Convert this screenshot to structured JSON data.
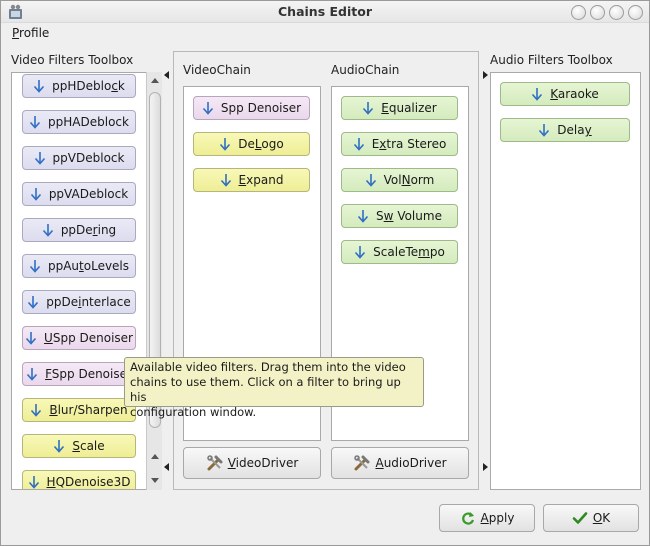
{
  "window": {
    "title": "Chains Editor"
  },
  "menu": {
    "profile": {
      "mnemonic": "P",
      "rest": "rofile"
    }
  },
  "video_toolbox": {
    "label": "Video Filters Toolbox",
    "items": [
      {
        "pre": "ppHDeblo",
        "mn": "c",
        "post": "k",
        "color": "lav"
      },
      {
        "pre": "ppHADeblock",
        "mn": "",
        "post": "",
        "color": "lav"
      },
      {
        "pre": "ppVDeblock",
        "mn": "",
        "post": "",
        "color": "lav"
      },
      {
        "pre": "ppVADeblock",
        "mn": "",
        "post": "",
        "color": "lav"
      },
      {
        "pre": "ppDe",
        "mn": "r",
        "post": "ing",
        "color": "lav"
      },
      {
        "pre": "ppAu",
        "mn": "t",
        "post": "oLevels",
        "color": "lav"
      },
      {
        "pre": "ppDe",
        "mn": "i",
        "post": "nterlace",
        "color": "lav"
      },
      {
        "pre": "",
        "mn": "U",
        "post": "Spp Denoiser",
        "color": "pink"
      },
      {
        "pre": "",
        "mn": "F",
        "post": "Spp Denoiser",
        "color": "pink"
      },
      {
        "pre": "",
        "mn": "B",
        "post": "lur/Sharpen",
        "color": "yel"
      },
      {
        "pre": "",
        "mn": "S",
        "post": "cale",
        "color": "yel"
      },
      {
        "pre": "",
        "mn": "H",
        "post": "QDenoise3D",
        "color": "yel"
      }
    ]
  },
  "video_chain": {
    "label": "VideoChain",
    "items": [
      {
        "pre": "Spp Denoiser",
        "mn": "",
        "post": "",
        "color": "pink"
      },
      {
        "pre": "De",
        "mn": "L",
        "post": "ogo",
        "color": "yel"
      },
      {
        "pre": "",
        "mn": "E",
        "post": "xpand",
        "color": "yel"
      }
    ],
    "driver": {
      "pre": "",
      "mn": "V",
      "post": "ideoDriver"
    }
  },
  "audio_chain": {
    "label": "AudioChain",
    "items": [
      {
        "pre": "",
        "mn": "E",
        "post": "qualizer",
        "color": "grn"
      },
      {
        "pre": "E",
        "mn": "x",
        "post": "tra Stereo",
        "color": "grn"
      },
      {
        "pre": "Vol",
        "mn": "N",
        "post": "orm",
        "color": "grn"
      },
      {
        "pre": "S",
        "mn": "w",
        "post": " Volume",
        "color": "grn"
      },
      {
        "pre": "ScaleTe",
        "mn": "m",
        "post": "po",
        "color": "grn"
      }
    ],
    "driver": {
      "pre": "",
      "mn": "A",
      "post": "udioDriver"
    }
  },
  "audio_toolbox": {
    "label": "Audio Filters Toolbox",
    "items": [
      {
        "pre": "",
        "mn": "K",
        "post": "araoke",
        "color": "grn"
      },
      {
        "pre": "Dela",
        "mn": "y",
        "post": "",
        "color": "grn"
      }
    ]
  },
  "tooltip": {
    "lines": [
      "Available video filters. Drag them into the video",
      "chains to use them. Click on a filter to bring up his",
      "configuration window."
    ]
  },
  "buttons": {
    "apply": {
      "mn": "A",
      "post": "pply"
    },
    "ok": {
      "mn": "O",
      "post": "K"
    }
  },
  "colors": {
    "lavender": "#dcdcef",
    "pink": "#ead8ec",
    "yellow": "#eeee95",
    "green": "#d4ebbd",
    "tooltip": "#f2f2c6",
    "arrow": "#2f6fc4"
  }
}
